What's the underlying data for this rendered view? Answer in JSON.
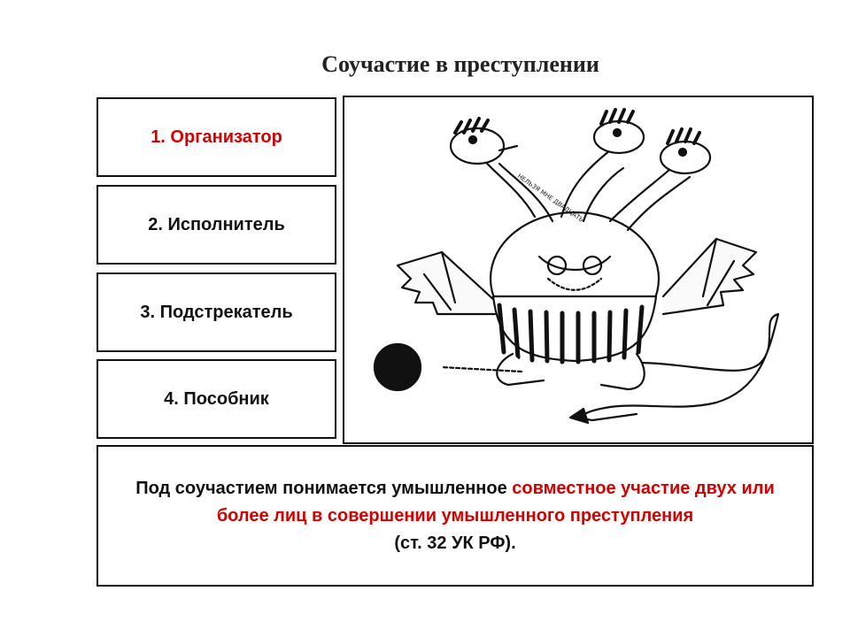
{
  "slide": {
    "title": "Соучастие в преступлении",
    "roles": [
      {
        "label": "1. Организатор"
      },
      {
        "label": "2. Исполнитель"
      },
      {
        "label": "3. Подстрекатель"
      },
      {
        "label": "4. Пособник"
      }
    ],
    "definition": {
      "lead": "Под соучастием понимается умышленное",
      "highlight": "совместное участие двух или более лиц в совершении умышленного преступления",
      "reference": "(ст. 32 УК РФ)."
    },
    "illustration": {
      "subject": "three-headed-dragon-prisoner",
      "caption_on_neck": "НЕЛЬЗЯ МНЕ ДВАДЦАТЬ"
    }
  }
}
